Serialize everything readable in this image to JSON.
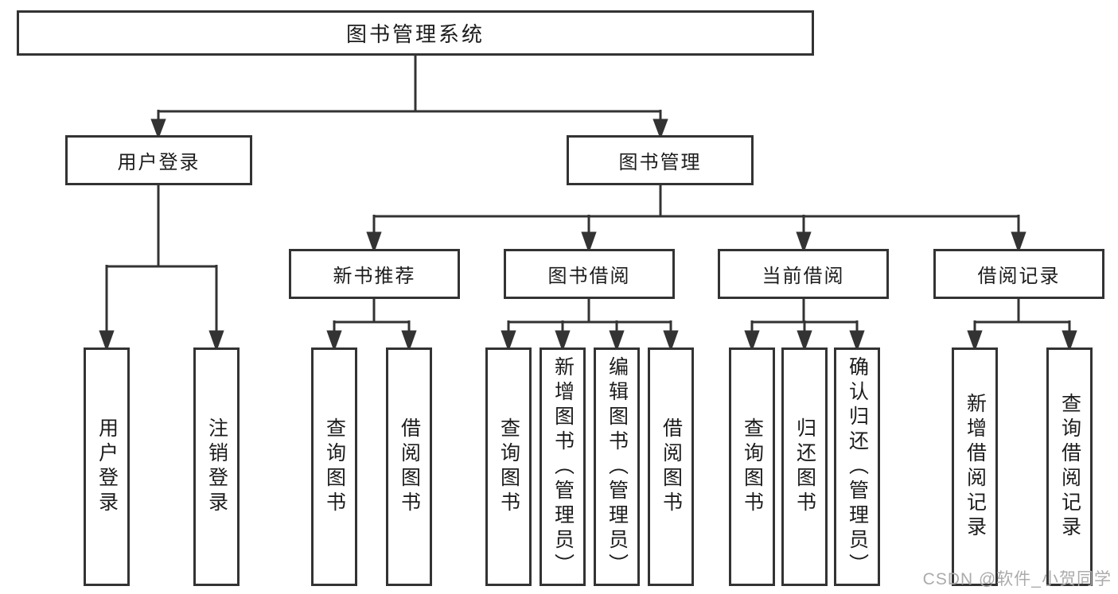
{
  "diagram": {
    "title": "图书管理系统",
    "nodes": {
      "root": "图书管理系统",
      "user_login": "用户登录",
      "book_mgmt": "图书管理",
      "new_book_rec": "新书推荐",
      "book_borrow": "图书借阅",
      "current_borrow": "当前借阅",
      "borrow_records": "借阅记录",
      "leaf_user_login": "用户登录",
      "leaf_logout": "注销登录",
      "leaf_nbr_query_books": "查询图书",
      "leaf_nbr_borrow_books": "借阅图书",
      "leaf_bb_query_books": "查询图书",
      "leaf_bb_add_books_admin": "新增图书（管理员）",
      "leaf_bb_edit_books_admin": "编辑图书（管理员）",
      "leaf_bb_borrow_books": "借阅图书",
      "leaf_cb_query_books": "查询图书",
      "leaf_cb_return_books": "归还图书",
      "leaf_cb_confirm_return_admin": "确认归还（管理员）",
      "leaf_br_add_record": "新增借阅记录",
      "leaf_br_query_record": "查询借阅记录"
    },
    "line_color": "#333333",
    "watermark": "CSDN @软件_小贺同学"
  }
}
